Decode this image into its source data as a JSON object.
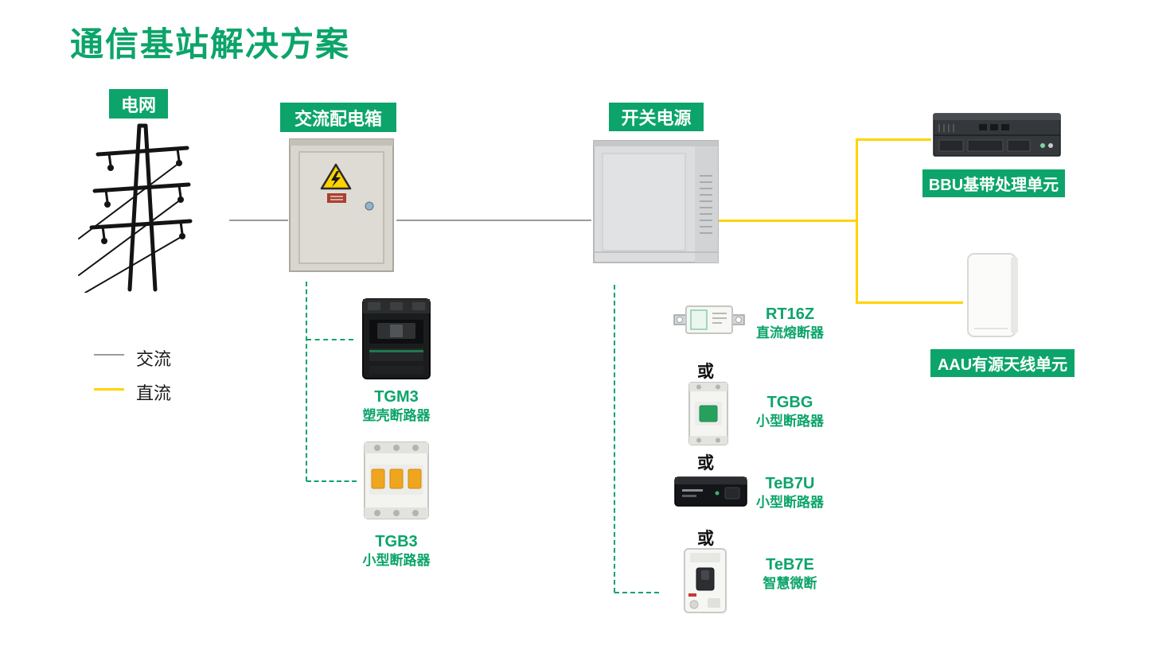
{
  "title": "通信基站解决方案",
  "badges": {
    "grid": "电网",
    "ac_box": "交流配电箱",
    "switch_power": "开关电源",
    "bbu": "BBU基带处理单元",
    "aau": "AAU有源天线单元"
  },
  "legend": {
    "ac_label": "交流",
    "dc_label": "直流"
  },
  "connector": {
    "or_label": "或"
  },
  "products": {
    "tgm3": {
      "name": "TGM3",
      "desc": "塑壳断路器"
    },
    "tgb3": {
      "name": "TGB3",
      "desc": "小型断路器"
    },
    "rt16z": {
      "name": "RT16Z",
      "desc": "直流熔断器"
    },
    "tgbg": {
      "name": "TGBG",
      "desc": "小型断路器"
    },
    "teb7u": {
      "name": "TeB7U",
      "desc": "小型断路器"
    },
    "teb7e": {
      "name": "TeB7E",
      "desc": "智慧微断"
    }
  },
  "colors": {
    "brand_green": "#0CA46A",
    "dc_yellow": "#FFD400",
    "ac_gray": "#9B9B9B",
    "text_dark": "#1A1A1A"
  }
}
